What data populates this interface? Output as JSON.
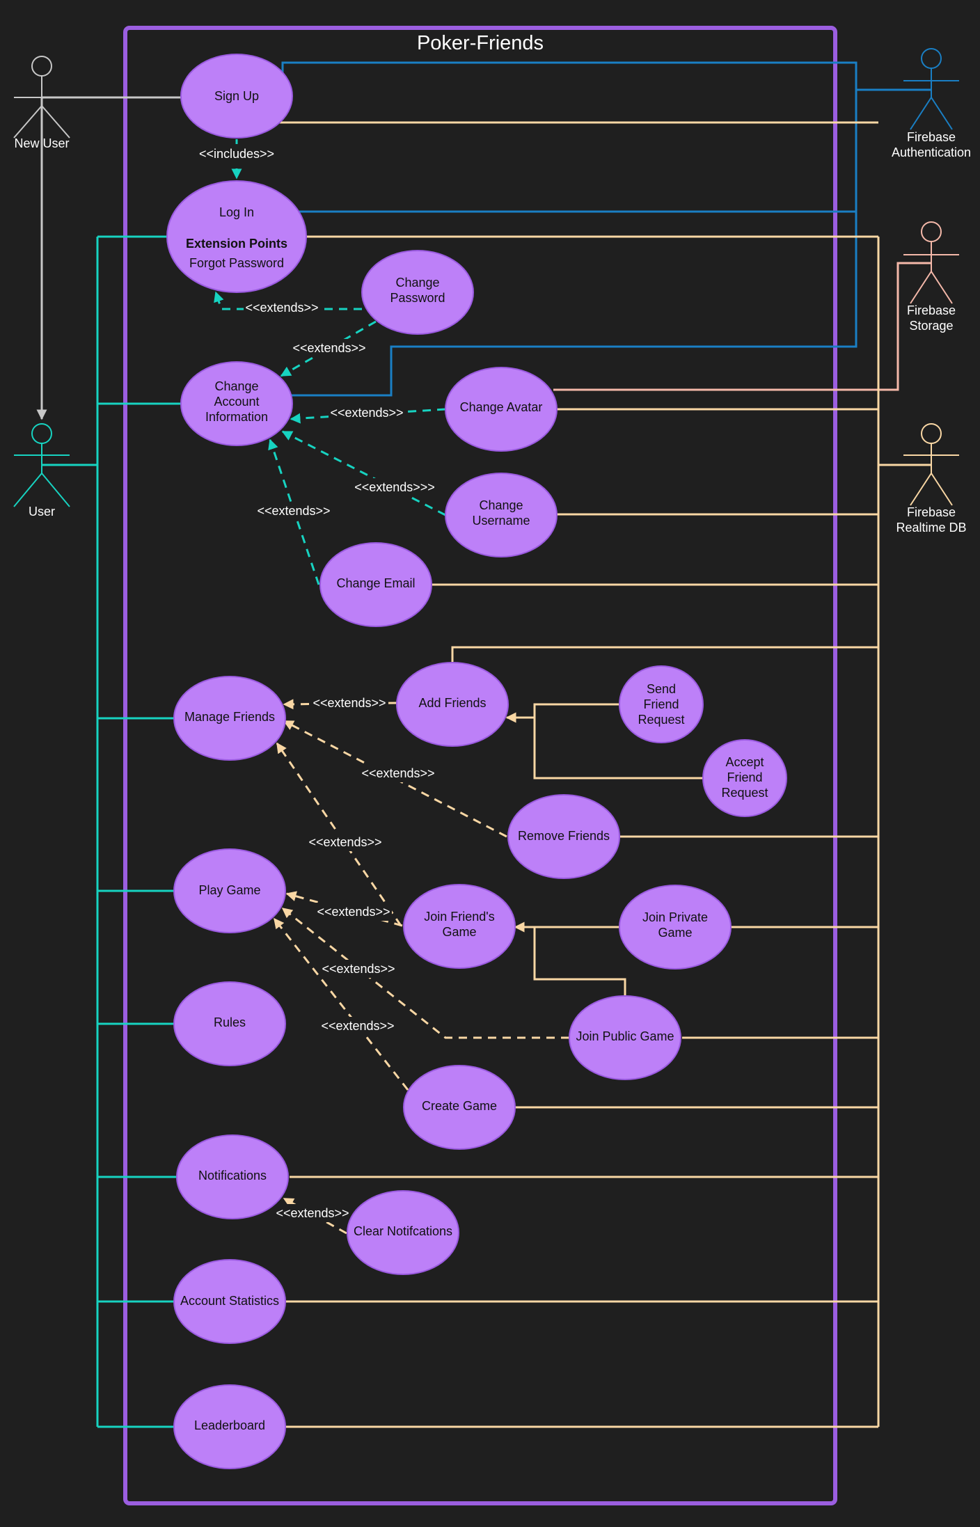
{
  "title": "Poker-Friends",
  "actors": {
    "new_user": "New User",
    "user": "User",
    "auth_1": "Firebase",
    "auth_2": "Authentication",
    "storage_1": "Firebase",
    "storage_2": "Storage",
    "rtdb_1": "Firebase",
    "rtdb_2": "Realtime DB"
  },
  "use_cases": {
    "sign_up": "Sign Up",
    "log_in": "Log In",
    "extension_points": "Extension Points",
    "forgot_password": "Forgot Password",
    "change_password_1": "Change",
    "change_password_2": "Password",
    "change_account_1": "Change",
    "change_account_2": "Account",
    "change_account_3": "Information",
    "change_avatar": "Change Avatar",
    "change_username_1": "Change",
    "change_username_2": "Username",
    "change_email": "Change Email",
    "manage_friends": "Manage Friends",
    "add_friends": "Add Friends",
    "send_request_1": "Send",
    "send_request_2": "Friend",
    "send_request_3": "Request",
    "accept_request_1": "Accept",
    "accept_request_2": "Friend",
    "accept_request_3": "Request",
    "remove_friends": "Remove Friends",
    "play_game": "Play Game",
    "join_friends_1": "Join Friend's",
    "join_friends_2": "Game",
    "join_private_1": "Join Private",
    "join_private_2": "Game",
    "rules": "Rules",
    "join_public": "Join Public Game",
    "create_game": "Create Game",
    "notifications": "Notifications",
    "clear_notifications": "Clear Notifcations",
    "account_statistics": "Account Statistics",
    "leaderboard": "Leaderboard"
  },
  "labels": {
    "includes": "<<includes>>",
    "ext_forgot": "<<extends>>",
    "ext_password": "<<extends>>",
    "ext_avatar": "<<extends>>",
    "ext_username": "<<extends>>>",
    "ext_email": "<<extends>>",
    "ext_add_friends": "<<extends>>",
    "ext_remove_friends": "<<extends>>",
    "ext_join_friends_mf": "<<extends>>",
    "ext_join_friends_pg": "<<extends>>",
    "ext_join_public": "<<extends>>",
    "ext_create_game": "<<extends>>",
    "ext_clear": "<<extends>>"
  },
  "colors": {
    "background": "#1f1f1f",
    "use_case_fill": "#bd80f8",
    "system_boundary": "#9b5ee0",
    "user_association": "#17d3c1",
    "auth_association": "#1a7fc4",
    "database_association": "#f9d7a4",
    "storage_association": "#f4b8a9",
    "new_user_association": "#c7c7c7"
  }
}
